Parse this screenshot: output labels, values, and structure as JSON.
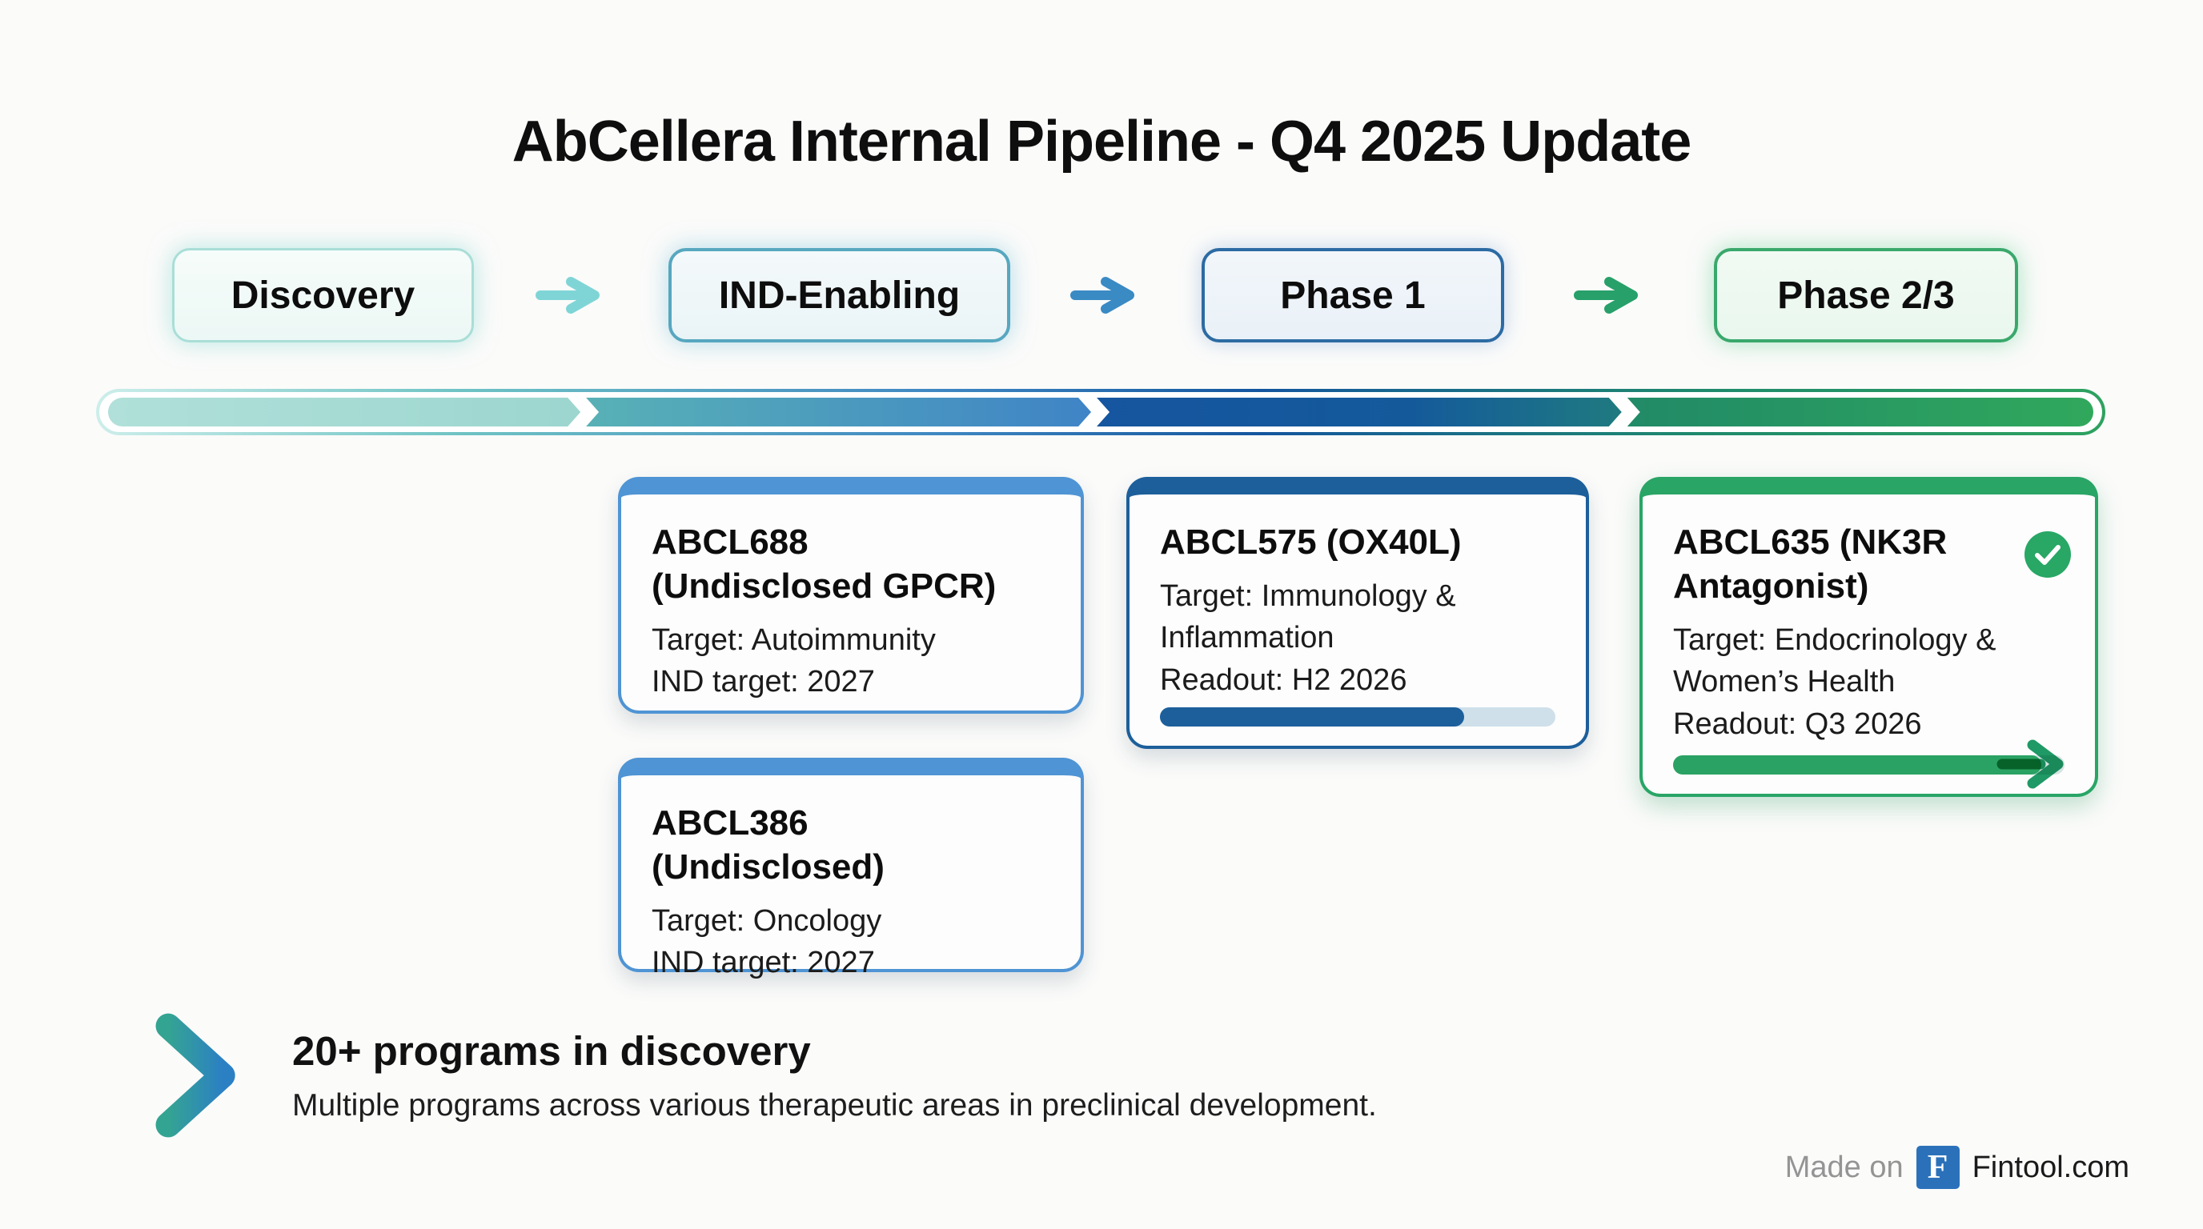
{
  "title": "AbCellera Internal Pipeline - Q4 2025 Update",
  "stages": {
    "items": [
      {
        "label": "Discovery",
        "border_color": "#a9ded7",
        "bg_color": "#f1fbf8"
      },
      {
        "label": "IND-Enabling",
        "border_color": "#57a7bf",
        "bg_color": "#eef6f8"
      },
      {
        "label": "Phase 1",
        "border_color": "#2c6ba3",
        "bg_color": "#ecf2f9"
      },
      {
        "label": "Phase 2/3",
        "border_color": "#3aa86c",
        "bg_color": "#eefaf2"
      }
    ],
    "arrow_colors": [
      "#7fd5d6",
      "#3a8ac4",
      "#27a069"
    ]
  },
  "pipeline_bar": {
    "segment_colors": [
      [
        "#b0e0d9",
        "#9cd6cf"
      ],
      [
        "#58b1b6",
        "#3f84c6"
      ],
      [
        "#16559f",
        "#1f7a80"
      ],
      [
        "#218a67",
        "#30a85c"
      ]
    ],
    "outline_gradient": [
      "#cdeeea",
      "#6fc3c4",
      "#3f87c2",
      "#14569e",
      "#1f8a6c",
      "#2ea25f"
    ]
  },
  "programs": [
    {
      "name": "ABCL688 (Undisclosed GPCR)",
      "target": "Target: Autoimmunity",
      "milestone": "IND target: 2027",
      "stage": "IND-Enabling",
      "accent_color": "#4f94d4"
    },
    {
      "name": "ABCL386 (Undisclosed)",
      "target": "Target: Oncology",
      "milestone": "IND target: 2027",
      "stage": "IND-Enabling",
      "accent_color": "#4f94d4"
    },
    {
      "name": "ABCL575 (OX40L)",
      "target": "Target: Immunology & Inflammation",
      "milestone": "Readout: H2 2026",
      "stage": "Phase 1",
      "accent_color": "#1c5f9b",
      "progress_percent": 77,
      "progress_fill": "#1c5f9b",
      "progress_track": "#cfe0ea"
    },
    {
      "name": "ABCL635 (NK3R Antagonist)",
      "target": "Target: Endocrinology & Women’s Health",
      "milestone": "Readout: Q3 2026",
      "stage": "Phase 2/3",
      "accent_color": "#29a566",
      "progress_percent": 94,
      "progress_fill": "#2aa263",
      "progress_track": "#d5e4e2",
      "completed_check": true
    }
  ],
  "discovery_note": {
    "heading": "20+ programs in discovery",
    "subtext": "Multiple programs across various therapeutic areas in preclinical development."
  },
  "credit": {
    "made_on": "Made on",
    "logo_letter": "F",
    "site": "Fintool.com",
    "logo_bg": "#2b71ba"
  },
  "colors": {
    "background": "#fbfbfa",
    "title_text": "#0e0e0e",
    "credit_muted": "#949494"
  }
}
